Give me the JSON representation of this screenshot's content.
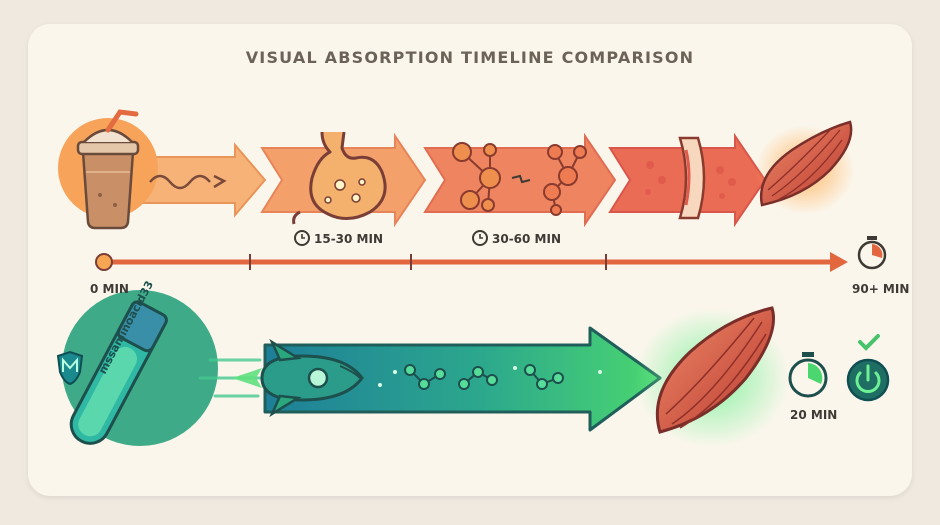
{
  "title": "VISUAL ABSORPTION TIMELINE COMPARISON",
  "top": {
    "step_durations": [
      "15-30 MIN",
      "30-60 MIN"
    ],
    "timeline_start": "0 MIN",
    "timeline_end": "90+ MIN"
  },
  "bottom": {
    "product_label": "mssaminoacid33",
    "duration": "20 MIN"
  },
  "colors": {
    "orange_start": "#f6b677",
    "orange_end": "#e45b4c",
    "teal": "#1f8a9d",
    "green": "#47d77a"
  },
  "icons": {
    "top": [
      "smoothie-cup-icon",
      "stomach-icon",
      "molecule-icon",
      "blood-vessel-icon",
      "muscle-icon",
      "stopwatch-icon"
    ],
    "bottom": [
      "shield-logo-icon",
      "vial-icon",
      "rocket-icon",
      "muscle-icon",
      "stopwatch-icon",
      "power-button-icon",
      "checkmark-icon"
    ]
  }
}
